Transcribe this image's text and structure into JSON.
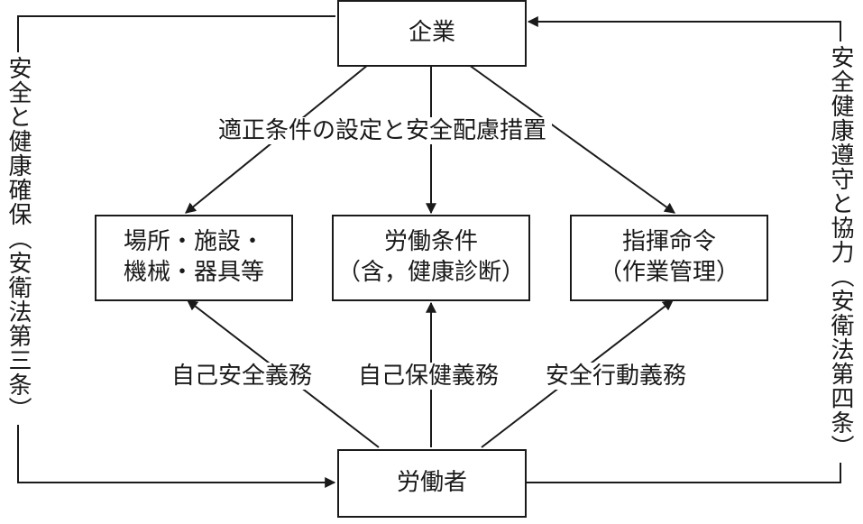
{
  "nodes": {
    "enterprise": "企業",
    "worker": "労働者",
    "place": {
      "line1": "場所・施設・",
      "line2": "機械・器具等"
    },
    "conditions": {
      "line1": "労働条件",
      "line2": "（含，健康診断）"
    },
    "command": {
      "line1": "指揮命令",
      "line2": "（作業管理）"
    }
  },
  "edge_labels": {
    "top": "適正条件の設定と安全配慮措置",
    "duty_safety": "自己安全義務",
    "duty_health": "自己保健義務",
    "duty_behavior": "安全行動義務"
  },
  "side_labels": {
    "left": "安全と健康確保（安衛法第三条）",
    "right": "安全健康遵守と協力（安衛法第四条）"
  }
}
